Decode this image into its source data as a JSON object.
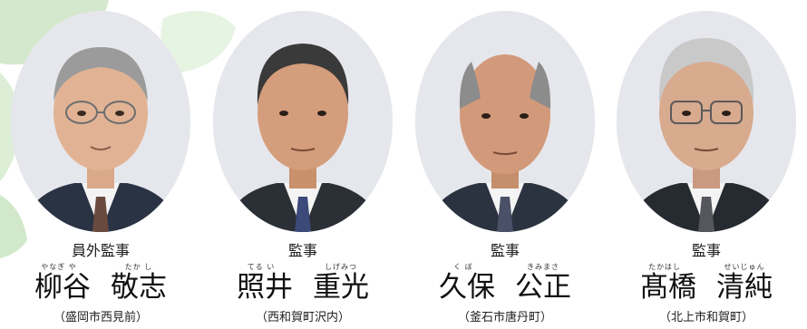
{
  "members": [
    {
      "role": "員外監事",
      "surname": "柳谷",
      "given_name": "敬志",
      "surname_furigana": "やなぎ や",
      "given_furigana": "たか し",
      "city": "（盛岡市西見前）",
      "hair": "#9b9b9b",
      "suit": "#2a3344",
      "tie": "#6b4a3e",
      "glasses": true
    },
    {
      "role": "監事",
      "surname": "照井",
      "given_name": "重光",
      "surname_furigana": "てる い",
      "given_furigana": "しげみつ",
      "city": "（西和賀町沢内）",
      "hair": "#3a3a3a",
      "suit": "#2b2f36",
      "tie": "#3b4a78",
      "glasses": false
    },
    {
      "role": "監事",
      "surname": "久保",
      "given_name": "公正",
      "surname_furigana": "く ぼ",
      "given_furigana": "きみまさ",
      "city": "（釜石市唐丹町）",
      "hair": "#8c8c8c",
      "suit": "#2b3240",
      "tie": "#4a5068",
      "glasses": false
    },
    {
      "role": "監事",
      "surname": "髙橋",
      "given_name": "清純",
      "surname_furigana": "たかはし",
      "given_furigana": "せいじゅん",
      "city": "（北上市和賀町）",
      "hair": "#c9c9c9",
      "suit": "#262a31",
      "tie": "#55575c",
      "glasses": true
    }
  ]
}
